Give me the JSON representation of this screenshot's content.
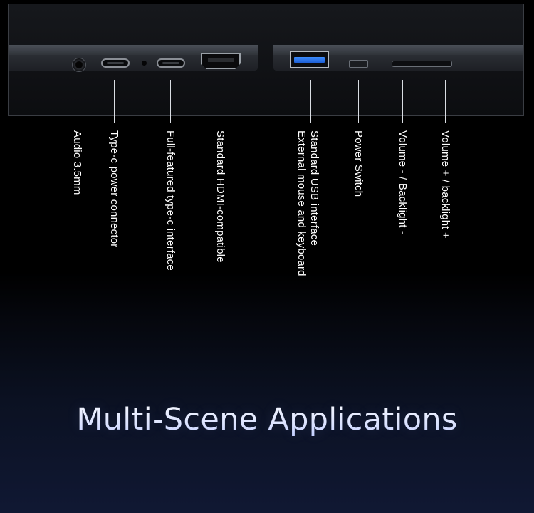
{
  "ports": {
    "audio_label": "Audio 3.5mm",
    "typec_power_label": "Type-c power connector",
    "typec_full_label": "Full-featured type-c interface",
    "hdmi_label": "Standard HDMI-compatible",
    "usb_label_line1": "Standard USB interface",
    "usb_label_line2": "External mouse and keyboard",
    "power_switch_label": "Power Switch",
    "volume_down_label": "Volume - / Backlight -",
    "volume_up_label": "Volume + / backlight +"
  },
  "title": "Multi-Scene Applications",
  "colors": {
    "usb_accent": "#2f7bff",
    "text": "#ffffff",
    "title_tint": "#dfe6ff",
    "background_bottom": "#101833"
  }
}
